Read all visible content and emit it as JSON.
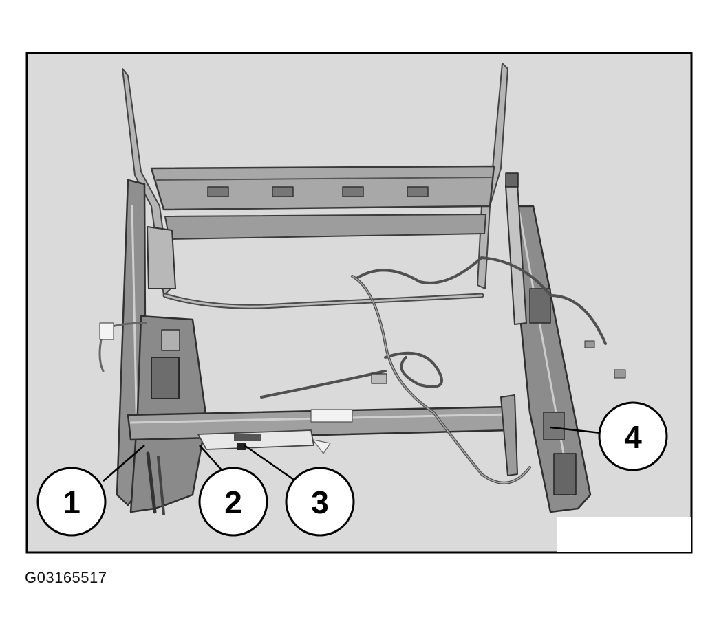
{
  "figure": {
    "id_label": "G03165517",
    "colors": {
      "photo_background": "#dadada",
      "frame_border": "#000000",
      "metal": "#9a9a9a",
      "metal_dark": "#555555",
      "callout_fill": "#ffffff",
      "callout_stroke": "#000000"
    },
    "callouts": [
      {
        "label": "1"
      },
      {
        "label": "2"
      },
      {
        "label": "3"
      },
      {
        "label": "4"
      }
    ]
  }
}
